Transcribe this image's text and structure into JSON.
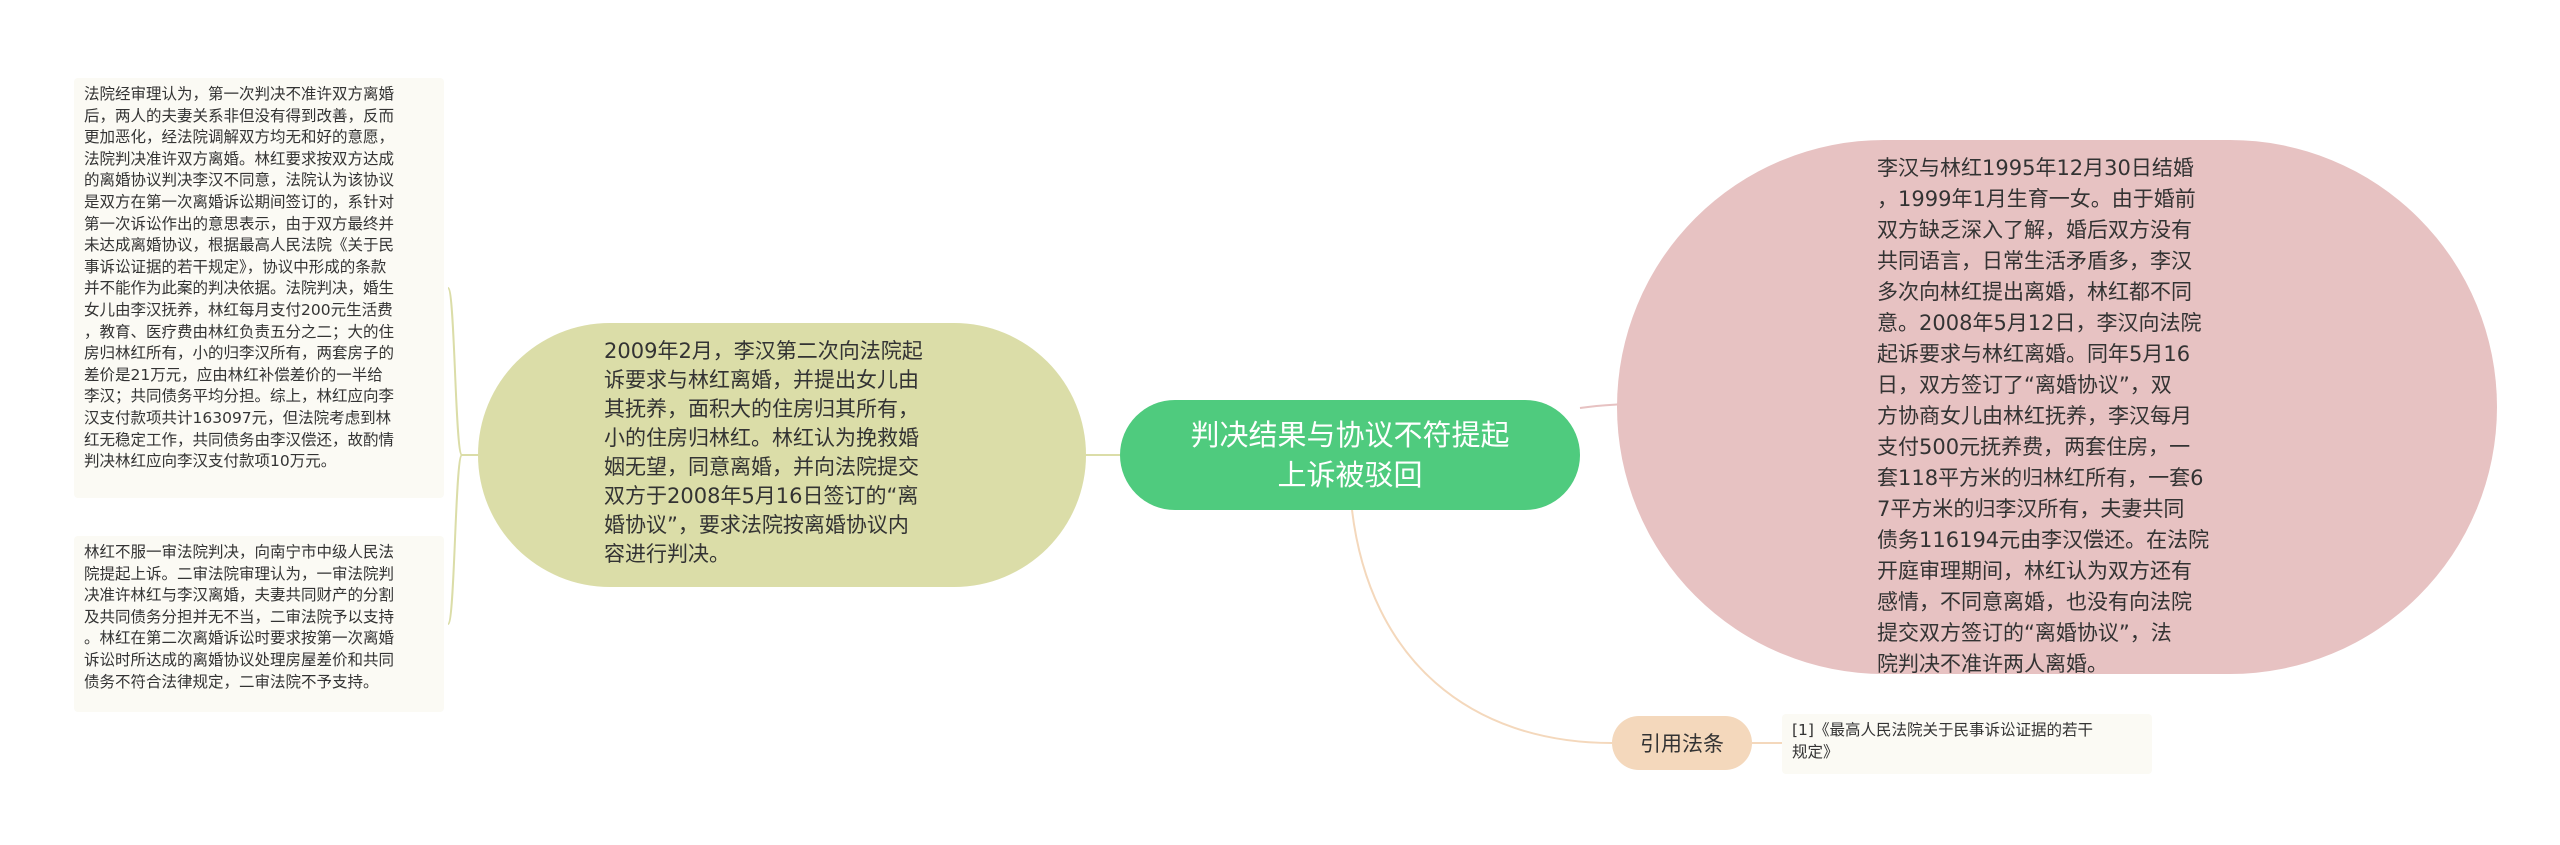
{
  "root": {
    "title": "判决结果与协议不符提起\n上诉被驳回"
  },
  "left_main": {
    "text": "2009年2月，李汉第二次向法院起\n诉要求与林红离婚，并提出女儿由\n其抚养，面积大的住房归其所有，\n小的住房归林红。林红认为挽救婚\n姻无望，同意离婚，并向法院提交\n双方于2008年5月16日签订的“离\n婚协议”，要求法院按离婚协议内\n容进行判决。"
  },
  "left_details": [
    {
      "text": "法院经审理认为，第一次判决不准许双方离婚\n后，两人的夫妻关系非但没有得到改善，反而\n更加恶化，经法院调解双方均无和好的意愿，\n法院判决准许双方离婚。林红要求按双方达成\n的离婚协议判决李汉不同意，法院认为该协议\n是双方在第一次离婚诉讼期间签订的，系针对\n第一次诉讼作出的意思表示，由于双方最终并\n未达成离婚协议，根据最高人民法院《关于民\n事诉讼证据的若干规定》，协议中形成的条款\n并不能作为此案的判决依据。法院判决，婚生\n女儿由李汉抚养，林红每月支付200元生活费\n，教育、医疗费由林红负责五分之二；大的住\n房归林红所有，小的归李汉所有，两套房子的\n差价是21万元，应由林红补偿差价的一半给\n李汉；共同债务平均分担。综上，林红应向李\n汉支付款项共计163097元，但法院考虑到林\n红无稳定工作，共同债务由李汉偿还，故酌情\n判决林红应向李汉支付款项10万元。"
    },
    {
      "text": "林红不服一审法院判决，向南宁市中级人民法\n院提起上诉。二审法院审理认为，一审法院判\n决准许林红与李汉离婚，夫妻共同财产的分割\n及共同债务分担并无不当，二审法院予以支持\n。林红在第二次离婚诉讼时要求按第一次离婚\n诉讼时所达成的离婚协议处理房屋差价和共同\n债务不符合法律规定，二审法院不予支持。"
    }
  ],
  "right_main": {
    "text": "李汉与林红1995年12月30日结婚\n，1999年1月生育一女。由于婚前\n双方缺乏深入了解，婚后双方没有\n共同语言，日常生活矛盾多，李汉\n多次向林红提出离婚，林红都不同\n意。2008年5月12日，李汉向法院\n起诉要求与林红离婚。同年5月16\n日，双方签订了“离婚协议”，双\n方协商女儿由林红抚养，李汉每月\n支付500元抚养费，两套住房，一\n套118平方米的归林红所有，一套6\n7平方米的归李汉所有，夫妻共同\n债务116194元由李汉偿还。在法院\n开庭审理期间，林红认为双方还有\n感情，不同意离婚，也没有向法院\n提交双方签订的“离婚协议”，法\n院判决不准许两人离婚。"
  },
  "citation": {
    "label": "引用法条",
    "text": "[1]《最高人民法院关于民事诉讼证据的若干\n规定》"
  },
  "colors": {
    "root": "#4fcb7e",
    "left_main": "#dbdda8",
    "right_main": "#e7c2c2",
    "citation": "#f4d8bc",
    "detail_bg": "#fbfaf4"
  }
}
